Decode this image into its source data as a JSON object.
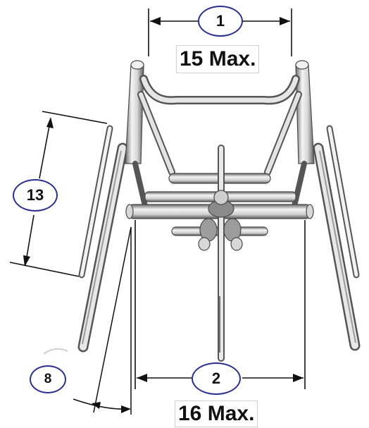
{
  "callouts": {
    "c1": "1",
    "c2": "2",
    "c13": "13",
    "c8": "8"
  },
  "labels": {
    "top_max": "15 Max.",
    "bottom_max": "16 Max."
  },
  "colors": {
    "callout_border": "#2b2f8f",
    "line": "#111111",
    "frame_light": "#f2f2f2",
    "frame_mid": "#bdbdbd",
    "frame_dark": "#5a5a5a"
  }
}
